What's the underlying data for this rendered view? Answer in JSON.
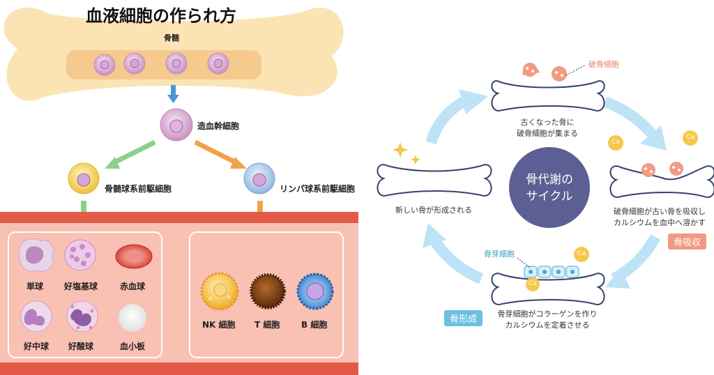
{
  "left": {
    "title": "血液細胞の作られ方",
    "marrow_label": "骨髄",
    "stem_cell_label": "造血幹細胞",
    "myeloid_label": "骨髄球系前駆細胞",
    "lymphoid_label": "リンパ球系前駆細胞",
    "myeloid_cells": [
      "単球",
      "好塩基球",
      "赤血球",
      "好中球",
      "好酸球",
      "血小板"
    ],
    "lymphoid_cells": [
      "NK 細胞",
      "T 細胞",
      "B 細胞"
    ]
  },
  "right": {
    "center_line1": "骨代謝の",
    "center_line2": "サイクル",
    "osteoclast_label": "破骨細胞",
    "osteoblast_label": "骨芽細胞",
    "top_caption": [
      "古くなった骨に",
      "破骨細胞が集まる"
    ],
    "right_caption": [
      "破骨細胞が古い骨を吸収し",
      "カルシウムを血中へ溶かす"
    ],
    "bottom_caption": [
      "骨芽細胞がコラーゲンを作り",
      "カルシウムを定着させる"
    ],
    "left_caption": "新しい骨が形成される",
    "resorption_badge": "骨吸収",
    "formation_badge": "骨形成",
    "calcium": "Ca"
  },
  "colors": {
    "bone": "#fbe3b4",
    "marrow": "#f6c98d",
    "vessel": "#e35a48",
    "vessel_inner": "#f9c0b4",
    "green_arrow": "#8ccf8a",
    "orange_arrow": "#f2a24a",
    "blue_arrow": "#4a97d4",
    "cycle_arrow": "#bfe3f6",
    "center_circle": "#5b5f93",
    "resorption": "#f29a84",
    "formation": "#6cc0e0",
    "calcium": "#f6c84a"
  }
}
